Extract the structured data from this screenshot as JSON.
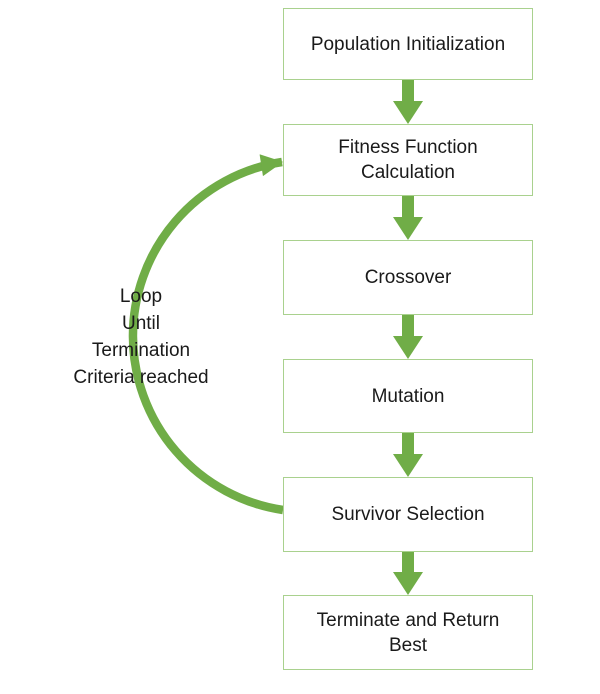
{
  "diagram": {
    "nodes": [
      "Population Initialization",
      "Fitness Function Calculation",
      "Crossover",
      "Mutation",
      "Survivor Selection",
      "Terminate and Return Best"
    ],
    "loop_label": {
      "lines": [
        "Loop",
        "Until",
        "Termination",
        "Criteria reached"
      ]
    },
    "colors": {
      "arrow_green": "#70AD47",
      "box_border_green": "#A9D18E",
      "box_fill": "#FFFFFF",
      "text": "#1A1A1A"
    }
  }
}
